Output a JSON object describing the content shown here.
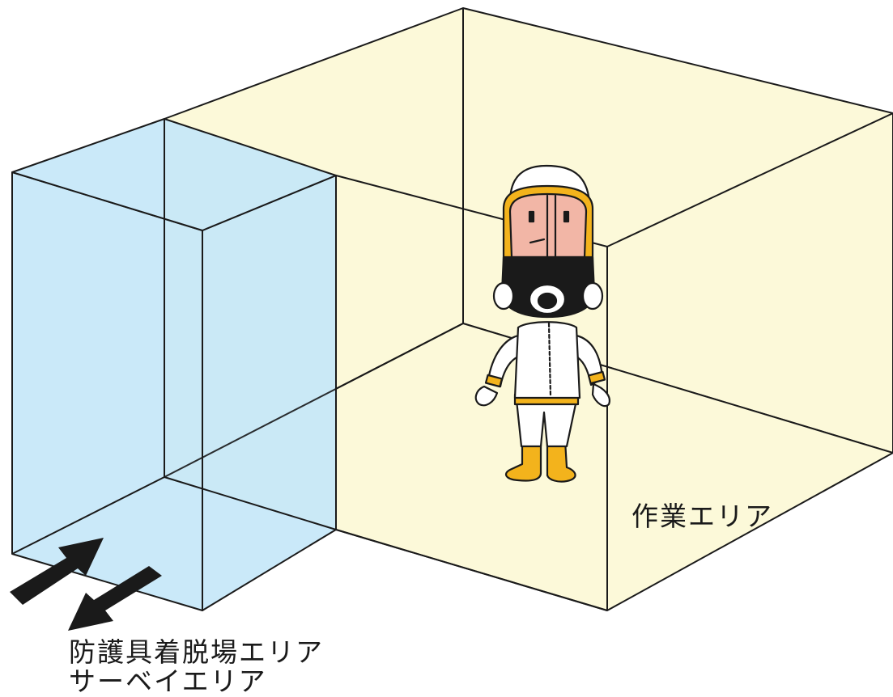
{
  "labels": {
    "work_area": "作業エリア",
    "ppe_area": "防護具着脱場エリア",
    "survey_area": "サーベイエリア"
  },
  "colors": {
    "work_area_fill": "#fcf9d9",
    "ppe_area_fill": "#c5e7f8",
    "outline": "#1a1a1a",
    "suit_trim": "#f3b31c",
    "visor_skin": "#f2b6a6"
  },
  "icons": {
    "figure": "protective-suit-worker-icon",
    "arrows": "bidirectional-arrows-icon"
  }
}
